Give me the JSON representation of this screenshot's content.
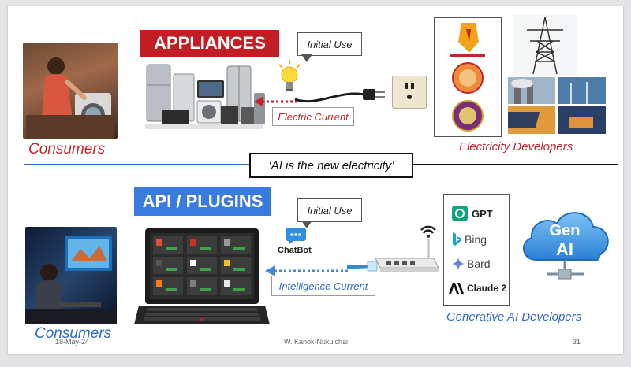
{
  "top": {
    "title": "APPLIANCES",
    "callout": "Initial Use",
    "flow_label": "Electric Current",
    "consumers_label": "Consumers",
    "developers_label": "Electricity Developers"
  },
  "tagline": "‘AI is the new electricity’",
  "bottom": {
    "title": "API / PLUGINS",
    "callout": "Initial Use",
    "chatbot_label": "ChatBot",
    "flow_label": "Intelligence Current",
    "consumers_label": "Consumers",
    "developers_label": "Generative AI Developers",
    "cloud_line1": "Gen",
    "cloud_line2": "AI",
    "ai_tools": [
      {
        "name": "GPT"
      },
      {
        "name": "Bing"
      },
      {
        "name": "Bard"
      },
      {
        "name": "Claude 2"
      }
    ]
  },
  "footer": {
    "date": "18-May-24",
    "author": "W. Kanok-Nukulchai",
    "page": "31"
  },
  "colors": {
    "red": "#c0262b",
    "blue": "#2f6bc7",
    "appliances_bg": "#c31d24",
    "plugins_bg": "#3a7be0"
  }
}
